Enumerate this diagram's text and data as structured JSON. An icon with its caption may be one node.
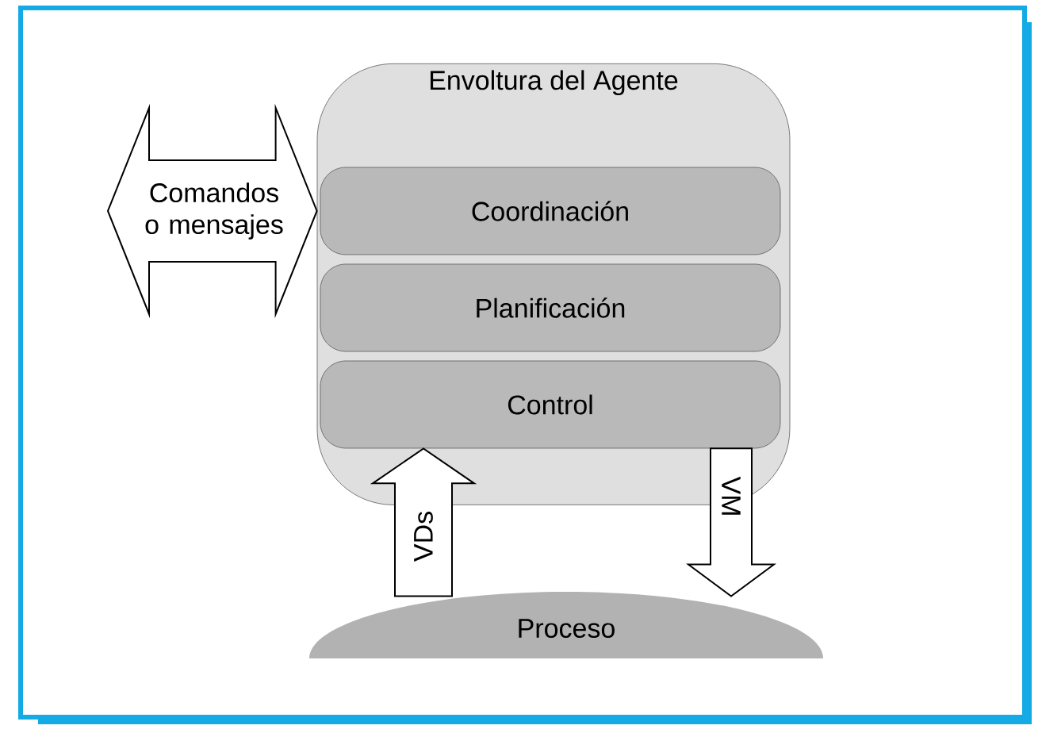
{
  "diagram": {
    "nodes": [
      {
        "text": [
          "Envoltura del Agente"
        ]
      },
      {
        "text": [
          "Coordinación"
        ],
        "in": 0
      },
      {
        "text": [
          "Planificación"
        ],
        "in": 0
      },
      {
        "text": [
          "Control"
        ],
        "in": 0
      },
      {
        "text": [
          "Proceso"
        ]
      }
    ],
    "edges": [
      {
        "from": null,
        "to": 0,
        "arrow": "both",
        "label": "Comandos o mensajes"
      },
      {
        "from": 4,
        "to": 3,
        "arrow": "to",
        "label": "VDs"
      },
      {
        "from": 3,
        "to": 4,
        "arrow": "to",
        "label": "VM"
      }
    ]
  }
}
